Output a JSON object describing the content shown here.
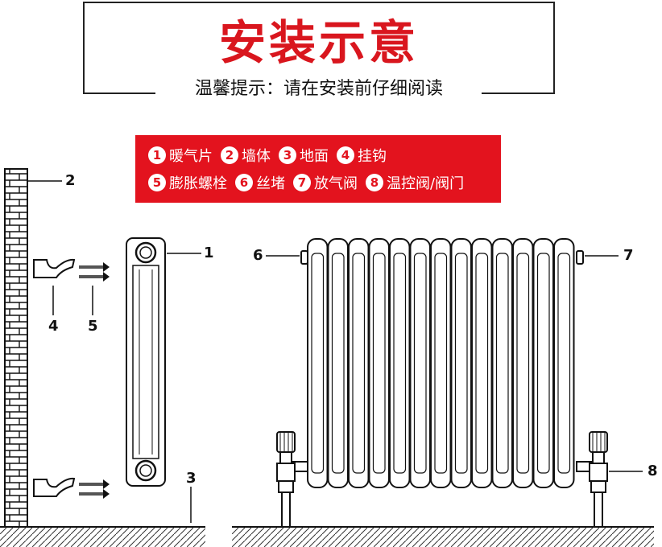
{
  "header": {
    "title": "安装示意",
    "subtitle": "温馨提示：请在安装前仔细阅读"
  },
  "legend": {
    "rows": [
      [
        {
          "num": "1",
          "label": "暖气片"
        },
        {
          "num": "2",
          "label": "墙体"
        },
        {
          "num": "3",
          "label": "地面"
        },
        {
          "num": "4",
          "label": "挂钩"
        }
      ],
      [
        {
          "num": "5",
          "label": "膨胀螺栓"
        },
        {
          "num": "6",
          "label": "丝堵"
        },
        {
          "num": "7",
          "label": "放气阀"
        },
        {
          "num": "8",
          "label": "温控阀/阀门"
        }
      ]
    ]
  },
  "callouts": {
    "wall": "2",
    "radiator_side": "1",
    "hook": "4",
    "bolt": "5",
    "floor": "3",
    "plug": "6",
    "air_valve": "7",
    "valve": "8"
  },
  "colors": {
    "accent_red": "#e3131e",
    "title_red": "#d9161e"
  }
}
